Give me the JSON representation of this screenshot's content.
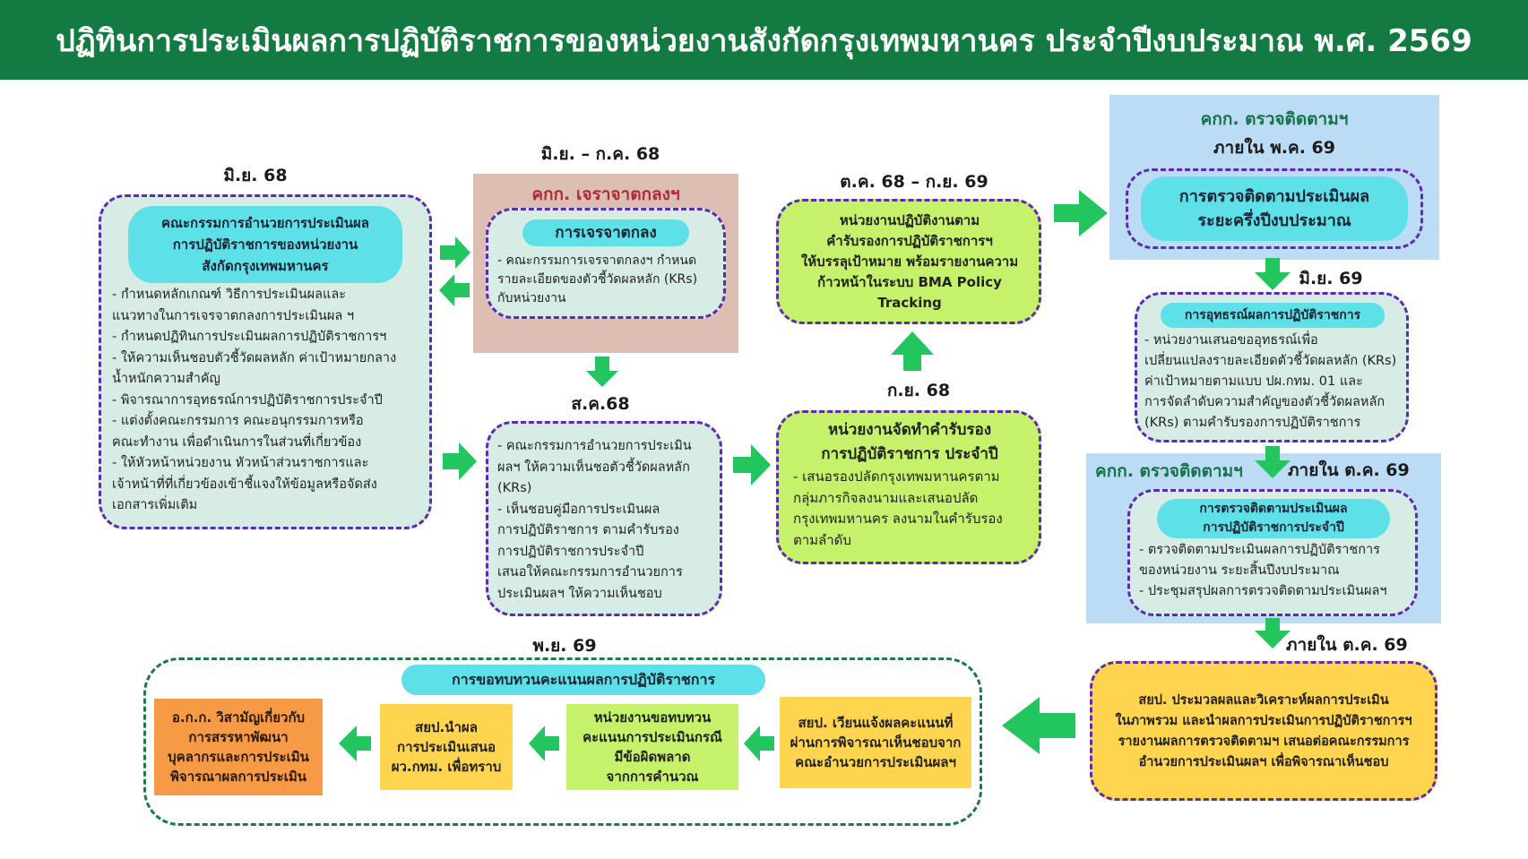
{
  "header": {
    "title": "ปฏิทินการประเมินผลการปฏิบัติราชการของหน่วยงานสังกัดกรุงเทพมหานคร ประจำปีงบประมาณ พ.ศ. 2569"
  },
  "date_labels": {
    "jun68": "มิ.ย. 68",
    "jun_jul68": "มิ.ย. – ก.ค. 68",
    "aug68": "ส.ค.68",
    "oct68_sep69": "ต.ค. 68 – ก.ย. 69",
    "sep68": "ก.ย. 68",
    "within_may69": "ภายใน พ.ค. 69",
    "jun69": "มิ.ย. 69",
    "within_oct69_a": "ภายใน ต.ค. 69",
    "within_oct69_b": "ภายใน ต.ค. 69",
    "nov69": "พ.ย. 69"
  },
  "committee": {
    "title": "คณะกรรมการอำนวยการประเมินผล\nการปฏิบัติราชการของหน่วยงาน\nสังกัดกรุงเทพมหานคร",
    "body": "- กำหนดหลักเกณฑ์ วิธีการประเมินผลและ\nแนวทางในการเจรจาตกลงการประเมินผล ฯ\n- กำหนดปฏิทินการประเมินผลการปฏิบัติราชการฯ\n- ให้ความเห็นชอบตัวชี้วัดผลหลัก ค่าเป้าหมายกลาง\nน้ำหนักความสำคัญ\n- พิจารณาการอุทธรณ์การปฏิบัติราชการประจำปี\n- แต่งตั้งคณะกรรมการ คณะอนุกรรมการหรือ\nคณะทำงาน เพื่อดำเนินการในส่วนที่เกี่ยวข้อง\n- ให้หัวหน้าหน่วยงาน หัวหน้าส่วนราชการและ\nเจ้าหน้าที่ที่เกี่ยวข้องเข้าชี้แจงให้ข้อมูลหรือจัดส่ง\nเอกสารเพิ่มเติม"
  },
  "negotiation": {
    "panel_title": "คกก. เจราจาตกลงฯ",
    "pill": "การเจรจาตกลง",
    "body": "- คณะกรรมการเจรจาตกลงฯ กำหนด\nรายละเอียดของตัวชี้วัดผลหลัก (KRs)\nกับหน่วยงาน"
  },
  "approval": {
    "body": "- คณะกรรมการอำนวยการประเมิน\nผลฯ ให้ความเห็นชอตัวชี้วัดผลหลัก\n(KRs)\n- เห็นชอบคู่มือการประเมินผล\nการปฏิบัติราชการ ตามคำรับรอง\nการปฏิบัติราชการประจำปี\nเสนอให้คณะกรรมการอำนวยการ\nประเมินผลฯ ให้ความเห็นชอบ"
  },
  "operate": {
    "body": "หน่วยงานปฏิบัติงานตาม\nคำรับรองการปฏิบัติราชการฯ\nให้บรรลุเป้าหมาย พร้อมรายงานความ\nก้าวหน้าในระบบ BMA Policy\nTracking"
  },
  "agreement": {
    "title": "หน่วยงานจัดทำคำรับรอง\nการปฏิบัติราชการ ประจำปี",
    "body": "- เสนอรองปลัดกรุงเทพมหานครตาม\nกลุ่มภารกิจลงนามและเสนอปลัด\nกรุงเทพมหานคร ลงนามในคำรับรอง\nตามลำดับ"
  },
  "midyear": {
    "panel_title": "คกก. ตรวจติดตามฯ",
    "pill": "การตรวจติดตามประเมินผล\nระยะครึ่งปีงบประมาณ"
  },
  "appeal": {
    "pill": "การอุทธรณ์ผลการปฏิบัติราชการ",
    "body": "- หน่วยงานเสนอขออุทธรณ์เพื่อ\nเปลี่ยนแปลงรายละเอียดตัวชี้วัดผลหลัก (KRs)\nค่าเป้าหมายตามแบบ ปผ.กทม. 01 และ\nการจัดลำดับความสำคัญของตัวชี้วัดผลหลัก\n(KRs) ตามคำรับรองการปฏิบัติราชการ"
  },
  "annual_monitor": {
    "panel_title": "คกก. ตรวจติดตามฯ",
    "pill": "การตรวจติดตามประเมินผล\nการปฏิบัติราชการประจำปี",
    "body": "- ตรวจติดตามประเมินผลการปฏิบัติราชการ\nของหน่วยงาน ระยะสิ้นปีงบประมาณ\n- ประชุมสรุปผลการตรวจติดตามประเมินผลฯ"
  },
  "summary": {
    "body": "สยป. ประมวลผลและวิเคราะห์ผลการประเมิน\nในภาพรวม และนำผลการประเมินการปฏิบัติราชการฯ\nรายงานผลการตรวจติดตามฯ เสนอต่อคณะกรรมการ\nอำนวยการประเมินผลฯ เพื่อพิจารณาเห็นชอบ"
  },
  "review": {
    "pill": "การขอทบทวนคะแนนผลการปฏิบัติราชการ",
    "box1": "สยป. เวียนแจ้งผลคะแนนที่\nผ่านการพิจารณาเห็นชอบจาก\nคณะอำนวยการประเมินผลฯ",
    "box2": "หน่วยงานขอทบทวน\nคะแนนการประเมินกรณี\nมีข้อผิดพลาด\nจากการคำนวณ",
    "box3": "สยป.นำผล\nการประเมินเสนอ\nผว.กทม. เพื่อทราบ",
    "box4": "อ.ก.ก. วิสามัญเกี่ยวกับ\nการสรรหาพัฒนา\nบุคลากรและการประเมิน\nพิจารณาผลการประเมิน"
  },
  "colors": {
    "header_green": "#137a42",
    "arrow_green": "#22c55e",
    "dash_purple": "#5b2bb5",
    "pill_cyan": "#5ee0e8",
    "lime": "#c6f26b",
    "gold": "#ffd54f",
    "orange": "#f79a45",
    "light_blue": "#bcdcf5",
    "rose": "#dcbfb2"
  }
}
